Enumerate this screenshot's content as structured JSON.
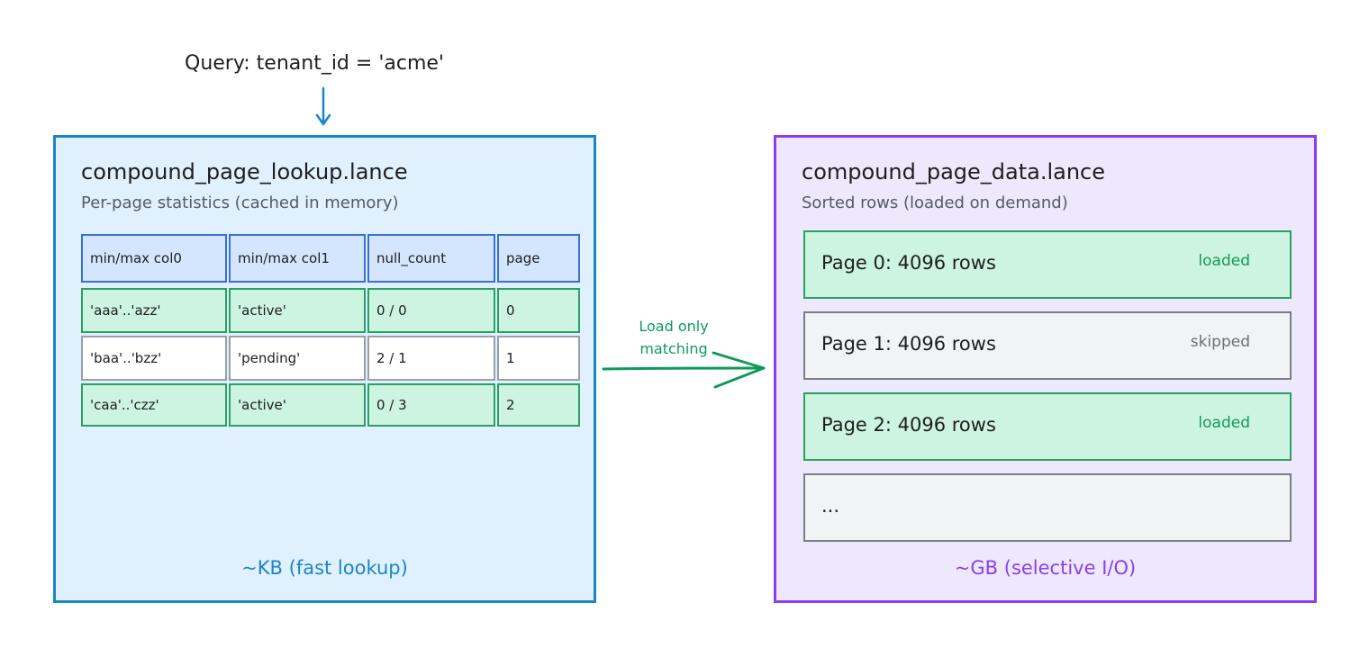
{
  "query": {
    "label": "Query: tenant_id = 'acme'"
  },
  "lookup_panel": {
    "title": "compound_page_lookup.lance",
    "subtitle": "Per-page statistics (cached in memory)",
    "footer": "~KB (fast lookup)",
    "columns": [
      "min/max col0",
      "min/max col1",
      "null_count",
      "page"
    ],
    "rows": [
      {
        "cells": [
          "'aaa'..'azz'",
          "'active'",
          "0 / 0",
          "0"
        ],
        "matched": true
      },
      {
        "cells": [
          "'baa'..'bzz'",
          "'pending'",
          "2 / 1",
          "1"
        ],
        "matched": false
      },
      {
        "cells": [
          "'caa'..'czz'",
          "'active'",
          "0 / 3",
          "2"
        ],
        "matched": true
      }
    ]
  },
  "connector": {
    "line1": "Load only",
    "line2": "matching"
  },
  "data_panel": {
    "title": "compound_page_data.lance",
    "subtitle": "Sorted rows (loaded on demand)",
    "footer": "~GB (selective I/O)",
    "pages": [
      {
        "label": "Page 0: 4096 rows",
        "status": "loaded"
      },
      {
        "label": "Page 1: 4096 rows",
        "status": "skipped"
      },
      {
        "label": "Page 2: 4096 rows",
        "status": "loaded"
      },
      {
        "label": "...",
        "status": ""
      }
    ]
  },
  "colors": {
    "lookup_border": "#1a86c8",
    "lookup_fill": "#e0f0fc",
    "data_border": "#8a3ff0",
    "data_fill": "#ede8fc",
    "match_fill": "#ccf4e0",
    "match_border": "#2aa066",
    "header_fill": "#d4e6fd",
    "header_border": "#3a6fd8",
    "skipped_fill": "#f2f3f5",
    "connector": "#0f9a5c"
  }
}
